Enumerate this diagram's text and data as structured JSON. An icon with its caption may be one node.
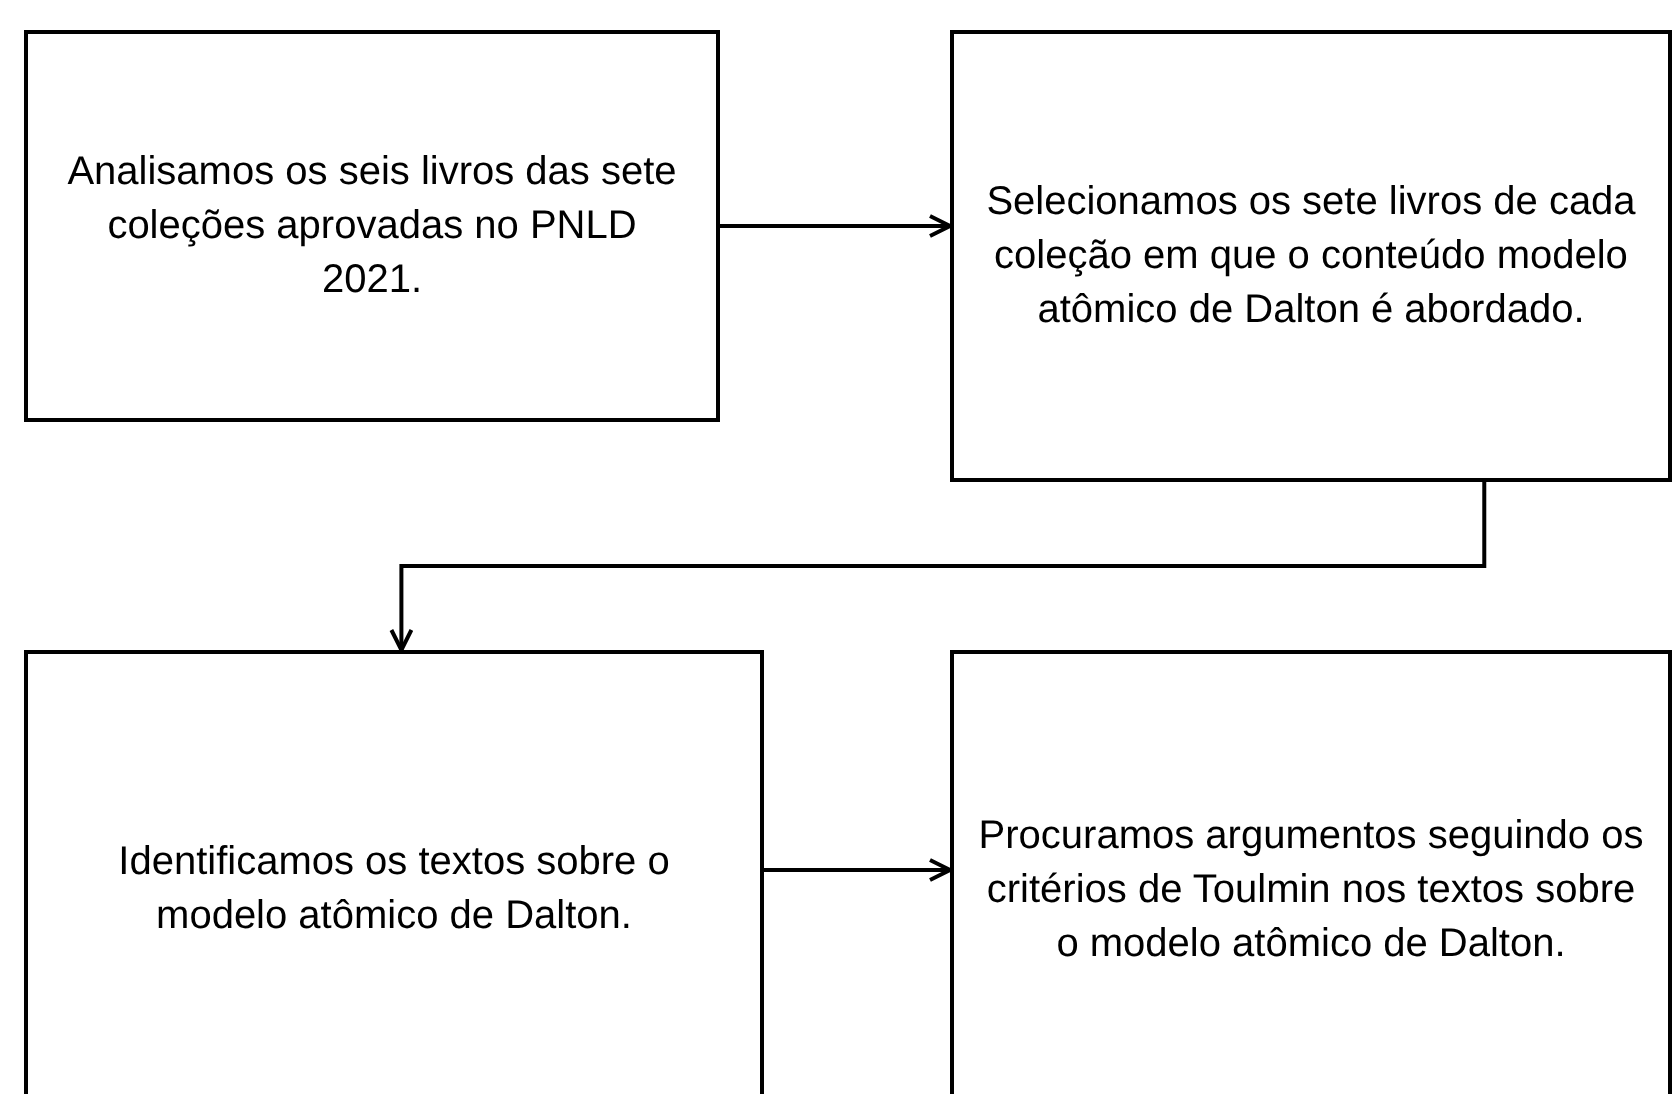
{
  "diagram": {
    "nodes": [
      {
        "text": [
          "Analisamos os seis livros das sete coleções aprovadas no PNLD 2021."
        ]
      },
      {
        "text": [
          "Selecionamos os sete livros de cada coleção em que o conteúdo modelo atômico de Dalton é abordado."
        ]
      },
      {
        "text": [
          "Identificamos os textos sobre o modelo atômico de Dalton."
        ]
      },
      {
        "text": [
          "Procuramos argumentos seguindo os critérios de Toulmin nos textos sobre o modelo atômico de Dalton."
        ]
      }
    ],
    "edges": [
      {
        "from": 0,
        "to": 1,
        "arrow": "to"
      },
      {
        "from": 1,
        "to": 2,
        "arrow": "to"
      },
      {
        "from": 2,
        "to": 3,
        "arrow": "to"
      }
    ]
  }
}
